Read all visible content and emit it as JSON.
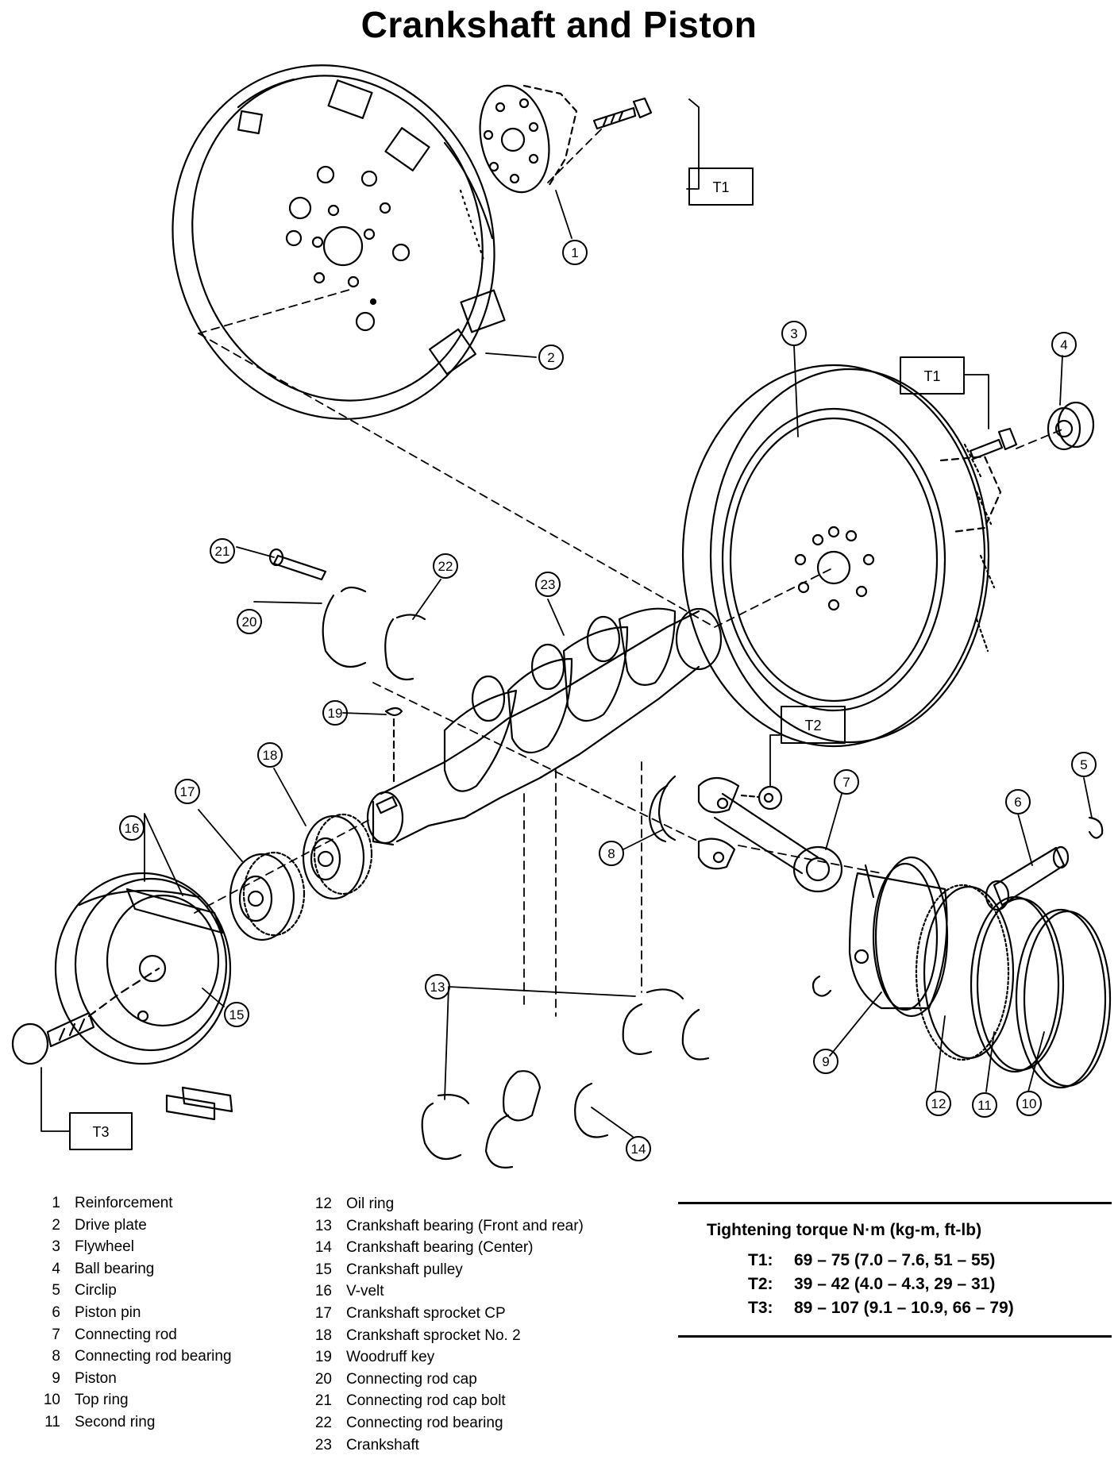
{
  "title": "Crankshaft and Piston",
  "callouts": [
    "1",
    "2",
    "3",
    "4",
    "5",
    "6",
    "7",
    "8",
    "9",
    "10",
    "11",
    "12",
    "13",
    "14",
    "15",
    "16",
    "17",
    "18",
    "19",
    "20",
    "21",
    "22",
    "23"
  ],
  "torque_tags": [
    "T1",
    "T1",
    "T2",
    "T3"
  ],
  "parts_left": [
    {
      "num": "1",
      "name": "Reinforcement"
    },
    {
      "num": "2",
      "name": "Drive plate"
    },
    {
      "num": "3",
      "name": "Flywheel"
    },
    {
      "num": "4",
      "name": "Ball bearing"
    },
    {
      "num": "5",
      "name": "Circlip"
    },
    {
      "num": "6",
      "name": "Piston pin"
    },
    {
      "num": "7",
      "name": "Connecting rod"
    },
    {
      "num": "8",
      "name": "Connecting rod bearing"
    },
    {
      "num": "9",
      "name": "Piston"
    },
    {
      "num": "10",
      "name": "Top ring"
    },
    {
      "num": "11",
      "name": "Second ring"
    }
  ],
  "parts_right": [
    {
      "num": "12",
      "name": "Oil ring"
    },
    {
      "num": "13",
      "name": "Crankshaft bearing (Front and rear)"
    },
    {
      "num": "14",
      "name": "Crankshaft bearing (Center)"
    },
    {
      "num": "15",
      "name": "Crankshaft pulley"
    },
    {
      "num": "16",
      "name": "V-velt"
    },
    {
      "num": "17",
      "name": "Crankshaft sprocket CP"
    },
    {
      "num": "18",
      "name": "Crankshaft sprocket No. 2"
    },
    {
      "num": "19",
      "name": "Woodruff key"
    },
    {
      "num": "20",
      "name": "Connecting rod cap"
    },
    {
      "num": "21",
      "name": "Connecting rod cap bolt"
    },
    {
      "num": "22",
      "name": "Connecting rod bearing"
    },
    {
      "num": "23",
      "name": "Crankshaft"
    }
  ],
  "torque": {
    "heading": "Tightening torque  N·m (kg-m, ft-lb)",
    "rows": [
      {
        "label": "T1:",
        "value": "69 –  75 (7.0 – 7.6, 51 – 55)"
      },
      {
        "label": "T2:",
        "value": "39 –  42 (4.0 – 4.3, 29 – 31)"
      },
      {
        "label": "T3:",
        "value": "89 – 107 (9.1 – 10.9, 66 – 79)"
      }
    ]
  }
}
